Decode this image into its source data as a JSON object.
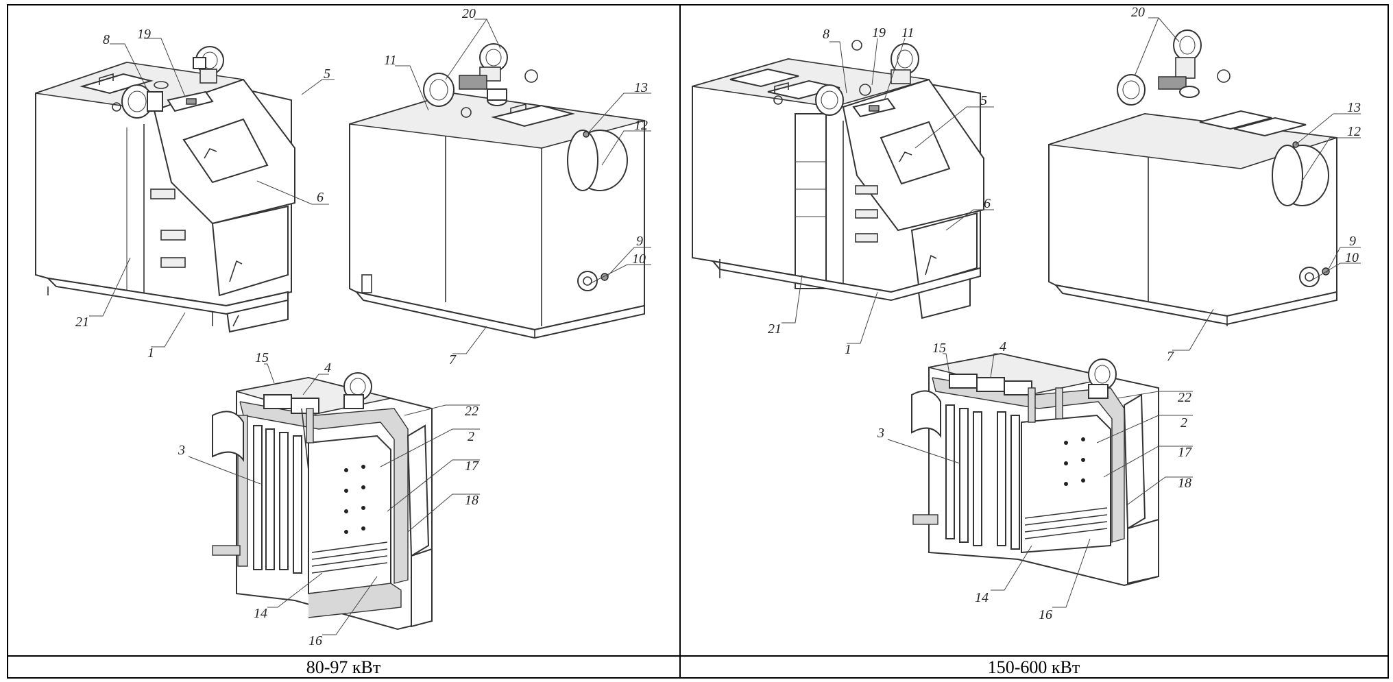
{
  "captions": {
    "left": "80-97 кВт",
    "right": "150-600 кВт"
  },
  "labels": {
    "n1": "1",
    "n2": "2",
    "n3": "3",
    "n4": "4",
    "n5": "5",
    "n6": "6",
    "n7": "7",
    "n8": "8",
    "n9": "9",
    "n10": "10",
    "n11": "11",
    "n12": "12",
    "n13": "13",
    "n14": "14",
    "n15": "15",
    "n16": "16",
    "n17": "17",
    "n18": "18",
    "n19": "19",
    "n20": "20",
    "n21": "21",
    "n22": "22"
  }
}
